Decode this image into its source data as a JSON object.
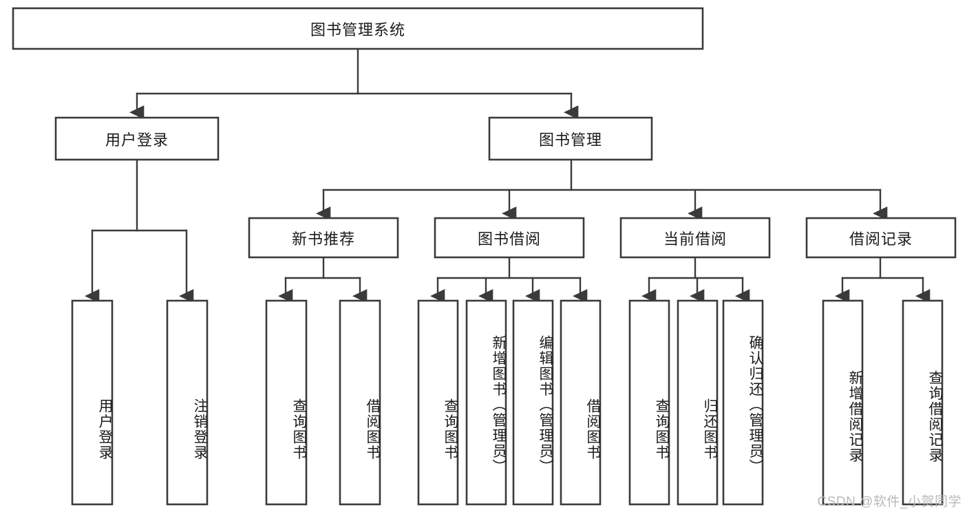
{
  "diagram": {
    "type": "tree-hierarchy",
    "title": "图书管理系统",
    "root": {
      "id": "root",
      "label": "图书管理系统",
      "orientation": "horizontal"
    },
    "level2": [
      {
        "id": "user-login",
        "label": "用户登录",
        "orientation": "horizontal"
      },
      {
        "id": "book-manage",
        "label": "图书管理",
        "orientation": "horizontal"
      }
    ],
    "level3": [
      {
        "id": "new-book-recommend",
        "label": "新书推荐",
        "orientation": "horizontal",
        "parent": "book-manage"
      },
      {
        "id": "book-borrow",
        "label": "图书借阅",
        "orientation": "horizontal",
        "parent": "book-manage"
      },
      {
        "id": "current-borrow",
        "label": "当前借阅",
        "orientation": "horizontal",
        "parent": "book-manage"
      },
      {
        "id": "borrow-record",
        "label": "借阅记录",
        "orientation": "horizontal",
        "parent": "book-manage"
      }
    ],
    "leaves": [
      {
        "id": "leaf-user-login",
        "label": "用户登录",
        "orientation": "vertical",
        "parent": "user-login"
      },
      {
        "id": "leaf-user-logout",
        "label": "注销登录",
        "orientation": "vertical",
        "parent": "user-login"
      },
      {
        "id": "leaf-query-book-1",
        "label": "查询图书",
        "orientation": "vertical",
        "parent": "new-book-recommend"
      },
      {
        "id": "leaf-borrow-book-1",
        "label": "借阅图书",
        "orientation": "vertical",
        "parent": "new-book-recommend"
      },
      {
        "id": "leaf-query-book-2",
        "label": "查询图书",
        "orientation": "vertical",
        "parent": "book-borrow"
      },
      {
        "id": "leaf-add-book",
        "label": "新增图书（管理员）",
        "orientation": "vertical",
        "parent": "book-borrow"
      },
      {
        "id": "leaf-edit-book",
        "label": "编辑图书（管理员）",
        "orientation": "vertical",
        "parent": "book-borrow"
      },
      {
        "id": "leaf-borrow-book-2",
        "label": "借阅图书",
        "orientation": "vertical",
        "parent": "book-borrow"
      },
      {
        "id": "leaf-query-book-3",
        "label": "查询图书",
        "orientation": "vertical",
        "parent": "current-borrow"
      },
      {
        "id": "leaf-return-book",
        "label": "归还图书",
        "orientation": "vertical",
        "parent": "current-borrow"
      },
      {
        "id": "leaf-confirm-return",
        "label": "确认归还（管理员）",
        "orientation": "vertical",
        "parent": "current-borrow"
      },
      {
        "id": "leaf-add-record",
        "label": "新增借阅记录",
        "orientation": "vertical",
        "parent": "borrow-record"
      },
      {
        "id": "leaf-query-record",
        "label": "查询借阅记录",
        "orientation": "vertical",
        "parent": "borrow-record"
      }
    ],
    "colors": {
      "box_stroke": "#3a3a3a",
      "box_fill": "#ffffff",
      "connector": "#3a3a3a",
      "text": "#1b1b1b",
      "background": "#ffffff",
      "watermark": "#b9b9b9"
    }
  },
  "watermark": {
    "text": "CSDN @软件_小贺同学"
  }
}
